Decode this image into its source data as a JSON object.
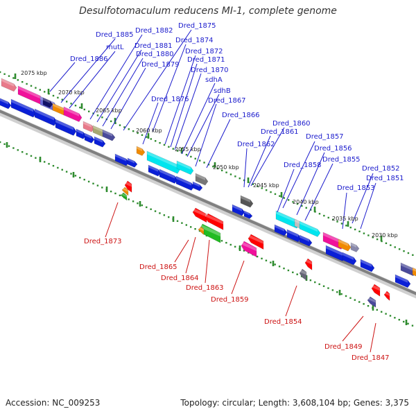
{
  "title": "Desulfotomaculum reducens MI-1, complete genome",
  "footer": {
    "accession": "Accession: NC_009253",
    "summary": "Topology: circular; Length: 3,608,104 bp; Genes: 3,375"
  },
  "colors": {
    "forward_label": "#1a1acc",
    "reverse_label": "#cc1111",
    "backbone": "#808080",
    "dots": "#2e8b2e",
    "arrow_blue": "#0a1fd6"
  },
  "ruler": [
    "2075 kbp",
    "2070 kbp",
    "2065 kbp",
    "2060 kbp",
    "2055 kbp",
    "2050 kbp",
    "2045 kbp",
    "2040 kbp",
    "2035 kbp",
    "2030 kbp"
  ],
  "forward_labels": [
    "Dred_1885",
    "Dred_1882",
    "Dred_1875",
    "mutL",
    "Dred_1874",
    "Dred_1886",
    "Dred_1881",
    "Dred_1880",
    "Dred_1872",
    "Dred_1879",
    "Dred_1871",
    "Dred_1870",
    "sdhA",
    "sdhB",
    "Dred_1876",
    "Dred_1867",
    "Dred_1866",
    "Dred_1860",
    "Dred_1861",
    "Dred_1857",
    "Dred_1862",
    "Dred_1856",
    "Dred_1855",
    "Dred_1858",
    "Dred_1852",
    "Dred_1851",
    "Dred_1853"
  ],
  "reverse_labels": [
    "Dred_1873",
    "Dred_1865",
    "Dred_1864",
    "Dred_1863",
    "Dred_1859",
    "Dred_1854",
    "Dred_1849",
    "Dred_1847"
  ]
}
